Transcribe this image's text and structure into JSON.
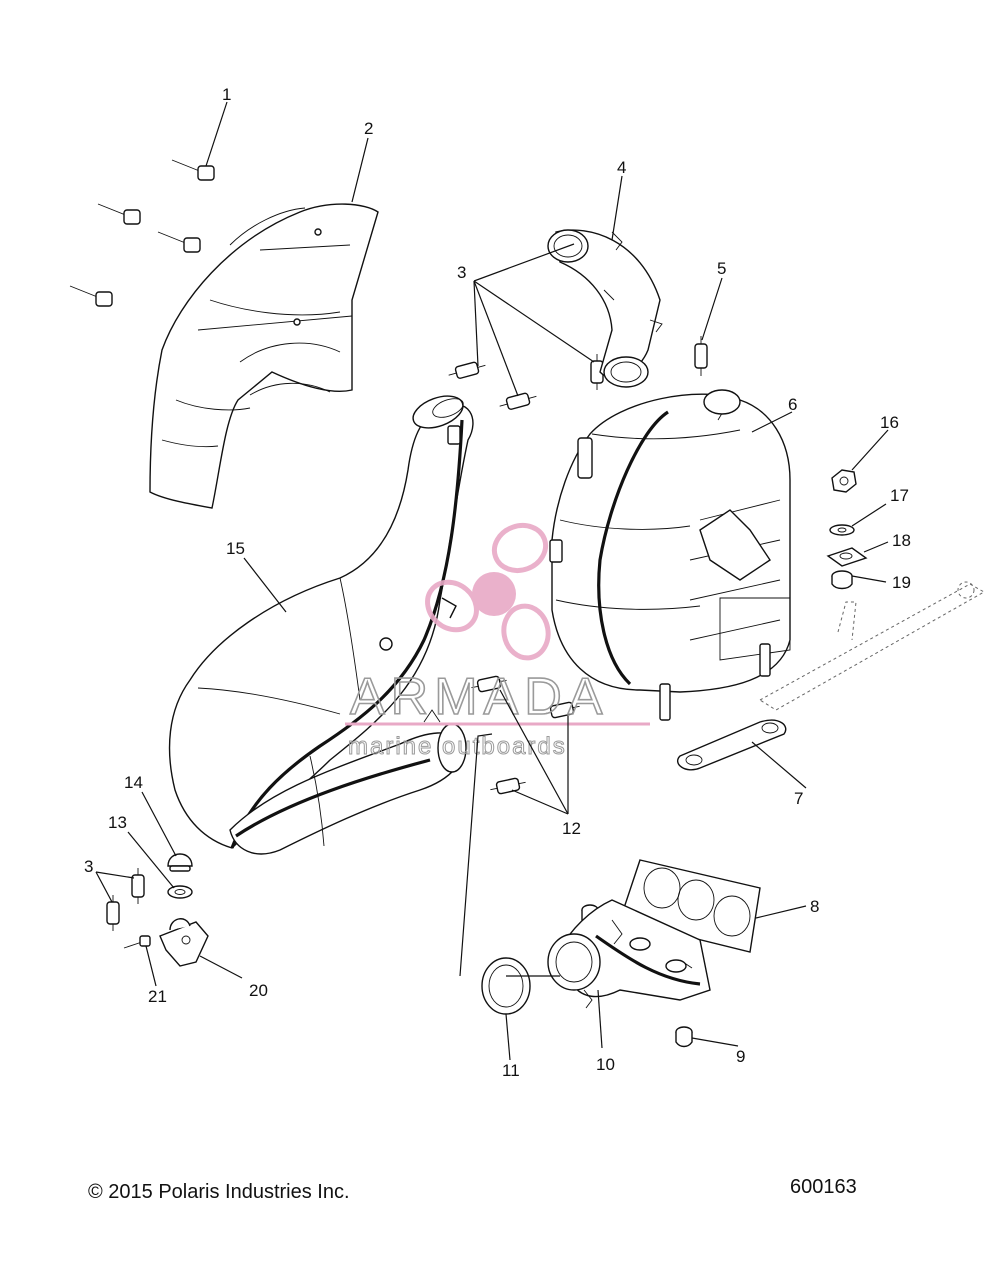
{
  "callouts": [
    "1",
    "2",
    "3",
    "4",
    "5",
    "6",
    "7",
    "8",
    "9",
    "10",
    "11",
    "12",
    "13",
    "14",
    "15",
    "16",
    "17",
    "18",
    "19",
    "20",
    "21"
  ],
  "watermark": {
    "title": "ARMADA",
    "subtitle": "marine outboards",
    "color": "#e8a9c6"
  },
  "footer": {
    "copyright": "© 2015 Polaris Industries Inc.",
    "diagram_number": "600163"
  }
}
